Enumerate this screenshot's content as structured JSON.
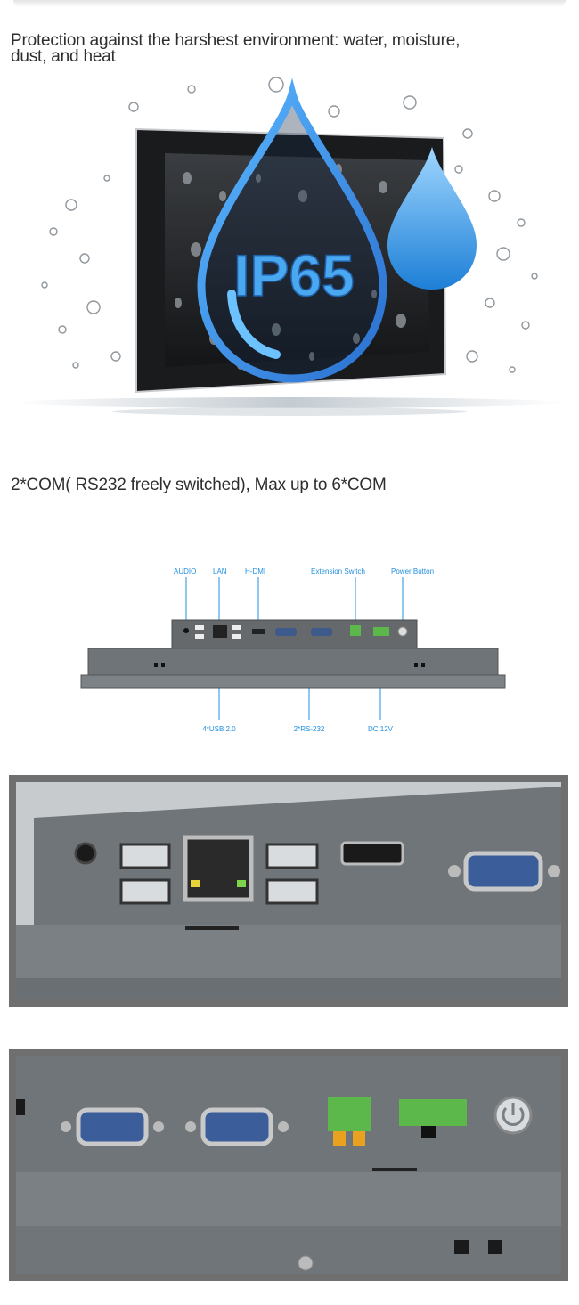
{
  "section_ip65": {
    "heading": "Protection against the harshest environment: water, moisture, dust, and heat",
    "badge_text": "IP65"
  },
  "section_com": {
    "heading": "2*COM( RS232 freely switched), Max up to 6*COM"
  },
  "port_diagram": {
    "top_labels": {
      "audio": "AUDIO",
      "lan": "LAN",
      "hdmi": "H-DMI",
      "extension_switch": "Extension Switch",
      "power_button": "Power Button"
    },
    "bottom_labels": {
      "usb": "4*USB 2.0",
      "rs232": "2*RS-232",
      "dc": "DC 12V"
    },
    "label_color": "#1f8fe0"
  },
  "colors": {
    "water_blue": "#3aa0e8",
    "panel_gray": "#6e7478",
    "frame_gray": "#707070",
    "terminal_green": "#5cb84a"
  },
  "icons": [
    "water-drop-icon",
    "power-icon"
  ]
}
